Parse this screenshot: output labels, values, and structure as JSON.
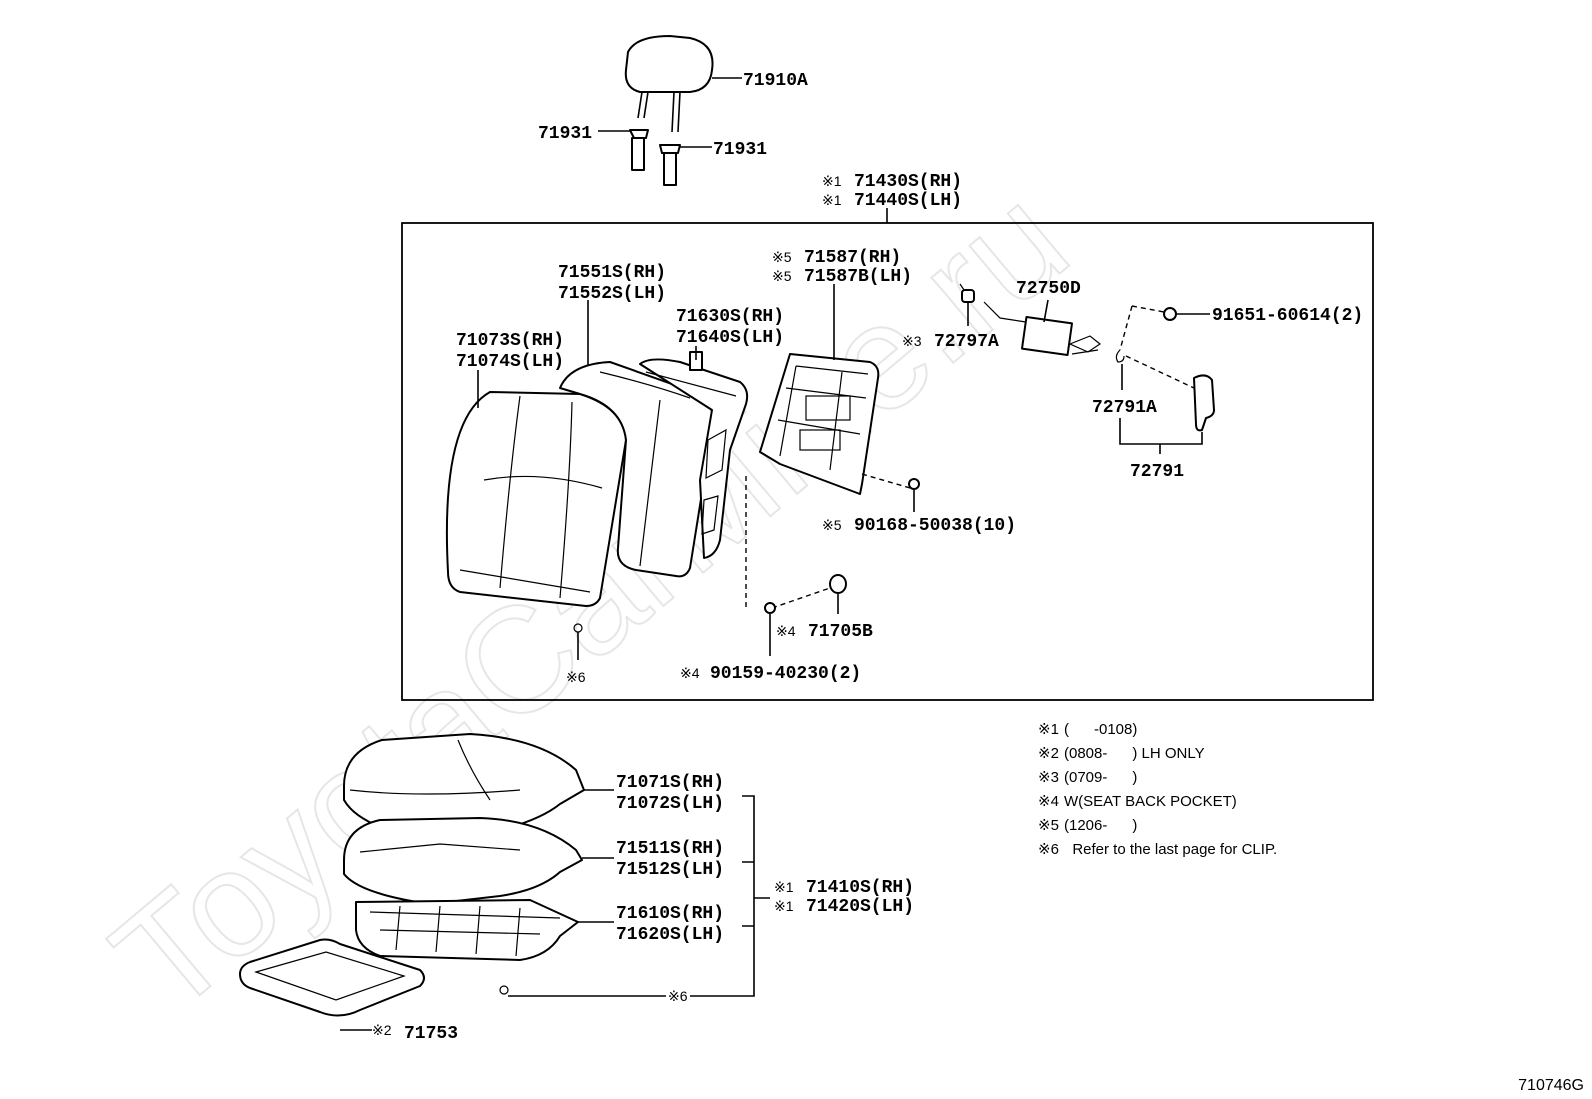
{
  "watermark": "ToyotaCarMine.ru",
  "diagram_code": "710746G",
  "callouts": {
    "headrest": "71910A",
    "guide_left": "71931",
    "guide_right": "71931",
    "back_assy_mark": "※1",
    "back_assy_rh": "71430S(RH)",
    "back_assy_lh": "71440S(LH)",
    "back_cover_rh": "71073S(RH)",
    "back_cover_lh": "71074S(LH)",
    "back_pad_rh": "71551S(RH)",
    "back_pad_lh": "71552S(LH)",
    "back_frame_rh": "71630S(RH)",
    "back_frame_lh": "71640S(LH)",
    "board_mark": "※5",
    "board_rh": "71587(RH)",
    "board_lh": "71587B(LH)",
    "lumbar": "72750D",
    "knob_mark": "※3",
    "knob": "72797A",
    "screw": "91651-60614(2)",
    "handle": "72791A",
    "handle_assy": "72791",
    "board_screw_mark": "※5",
    "board_screw": "90168-50038(10)",
    "hook_mark": "※4",
    "hook": "71705B",
    "hook_screw_mark": "※4",
    "hook_screw": "90159-40230(2)",
    "clip_back": "※6",
    "cush_cover_rh": "71071S(RH)",
    "cush_cover_lh": "71072S(LH)",
    "cush_pad_rh": "71511S(RH)",
    "cush_pad_lh": "71512S(LH)",
    "cush_frame_rh": "71610S(RH)",
    "cush_frame_lh": "71620S(LH)",
    "cush_assy_mark": "※1",
    "cush_assy_rh": "71410S(RH)",
    "cush_assy_lh": "71420S(LH)",
    "clip_cush": "※6",
    "tray_mark": "※2",
    "tray": "71753"
  },
  "notes": [
    {
      "mark": "※1",
      "text": "(      -0108)"
    },
    {
      "mark": "※2",
      "text": "(0808-      ) LH ONLY"
    },
    {
      "mark": "※3",
      "text": "(0709-      )"
    },
    {
      "mark": "※4",
      "text": "W(SEAT BACK POCKET)"
    },
    {
      "mark": "※5",
      "text": "(1206-      )"
    },
    {
      "mark": "※6",
      "text": "  Refer to the last page for CLIP."
    }
  ]
}
